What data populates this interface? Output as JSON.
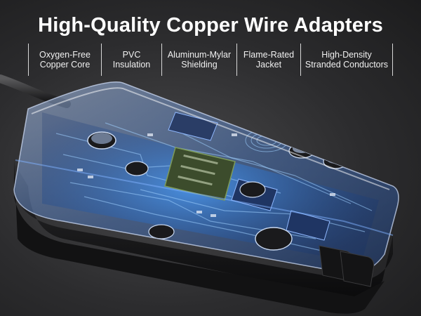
{
  "headline": "High-Quality Copper Wire Adapters",
  "features": [
    "Oxygen-Free\nCopper Core",
    "PVC\nInsulation",
    "Aluminum-Mylar\nShielding",
    "Flame-Rated\nJacket",
    "High-Density\nStranded Conductors"
  ],
  "colors": {
    "background": "#2c2c2e",
    "circuit_glow": "#3a7ad8",
    "shell": "#c9d8f0"
  },
  "image": {
    "subject": "transparent-shell-adapter-with-circuit-board"
  }
}
